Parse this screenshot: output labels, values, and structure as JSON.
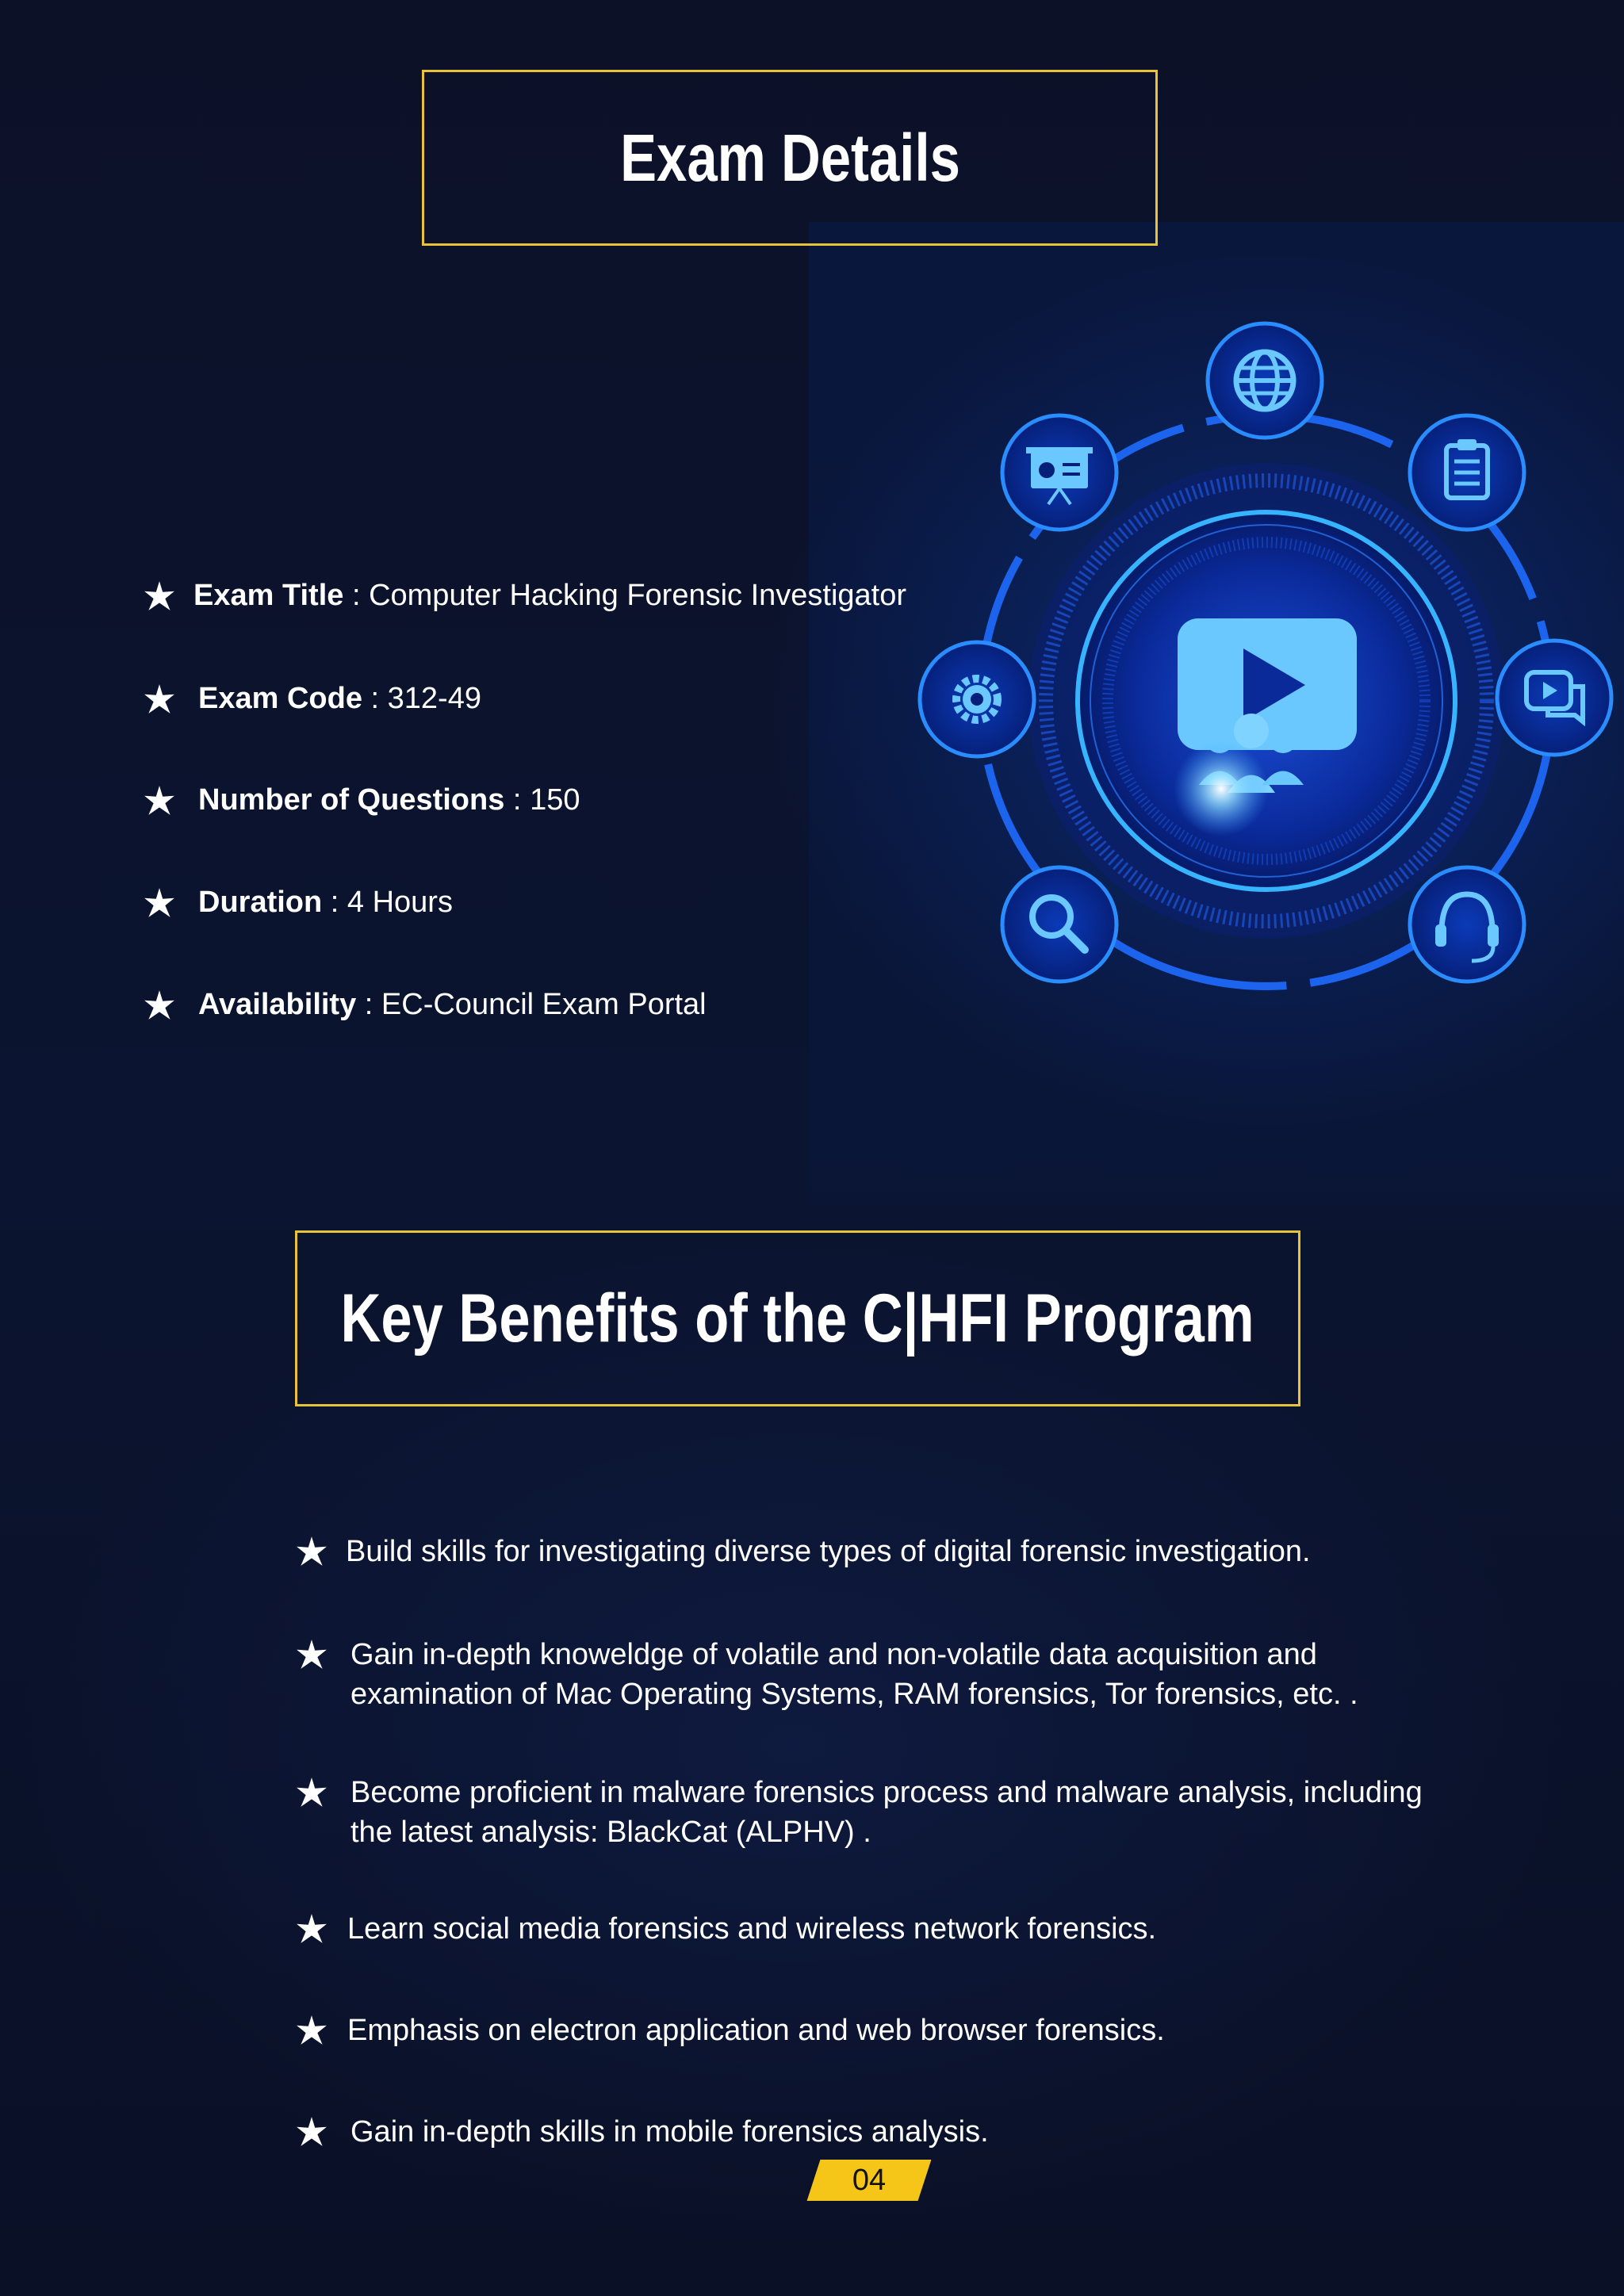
{
  "exam_section": {
    "heading": "Exam Details",
    "items": [
      {
        "label": "Exam Title",
        "sep": " : ",
        "value": "Computer Hacking Forensic Investigator"
      },
      {
        "label": "Exam Code",
        "sep": " : ",
        "value": "312-49"
      },
      {
        "label": "Number of Questions",
        "sep": " : ",
        "value": "150"
      },
      {
        "label": "Duration",
        "sep": " : ",
        "value": "4 Hours"
      },
      {
        "label": "Availability",
        "sep": " : ",
        "value": "EC-Council Exam Portal"
      }
    ]
  },
  "benefits_section": {
    "heading": "Key Benefits of the C|HFI Program",
    "items": [
      "Build skills for investigating diverse types of digital forensic investigation.",
      "Gain in-depth knoweldge of volatile and non-volatile data acquisition and examination of Mac Operating Systems, RAM forensics, Tor forensics, etc. .",
      "Become proficient in malware forensics process and malware analysis, including the latest analysis: BlackCat (ALPHV) .",
      "Learn social media forensics and wireless network forensics.",
      "Emphasis on electron application and web browser forensics.",
      "Gain in-depth skills in mobile forensics analysis."
    ]
  },
  "page_number": "04",
  "graphic": {
    "center_icon": "video-play-people-icon",
    "orbit_icons": [
      "globe-icon",
      "clipboard-checklist-icon",
      "video-chat-icon",
      "headset-icon",
      "search-icon",
      "gear-icon",
      "presentation-board-icon"
    ]
  },
  "colors": {
    "background": "#0b1024",
    "accent_border": "#e8c33a",
    "page_badge": "#f5c518",
    "glow_blue": "#1e7bff",
    "icon_light_blue": "#5cc6ff"
  }
}
